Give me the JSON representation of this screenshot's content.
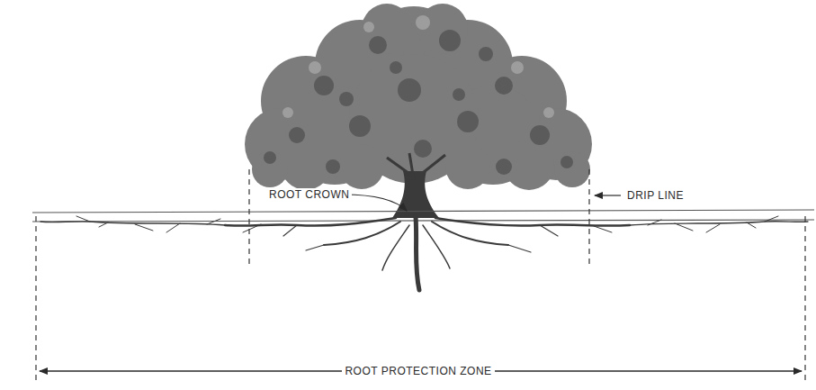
{
  "diagram": {
    "labels": [
      "ROOT CROWN",
      "DRIP LINE",
      "ROOT PROTECTION ZONE"
    ]
  }
}
